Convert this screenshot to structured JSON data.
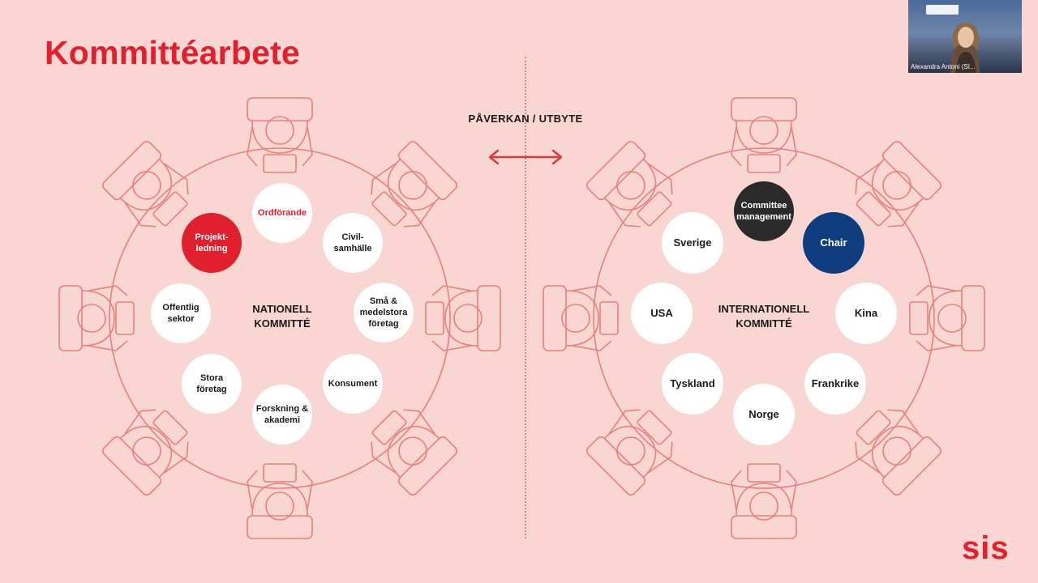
{
  "slide": {
    "title": "Kommittéarbete",
    "exchange_label": "PÅVERKAN / UTBYTE"
  },
  "national": {
    "center_label": "NATIONELL\nKOMMITTÉ",
    "roles": [
      {
        "label": "Ordförande",
        "style": "highlight-text"
      },
      {
        "label": "Civil-\nsamhälle",
        "style": "default"
      },
      {
        "label": "Små &\nmedelstora\nföretag",
        "style": "default"
      },
      {
        "label": "Konsument",
        "style": "default"
      },
      {
        "label": "Forskning &\nakademi",
        "style": "default"
      },
      {
        "label": "Stora\nföretag",
        "style": "default"
      },
      {
        "label": "Offentlig\nsektor",
        "style": "default"
      },
      {
        "label": "Projekt-\nledning",
        "style": "filled-red"
      }
    ]
  },
  "international": {
    "center_label": "INTERNATIONELL\nKOMMITTÉ",
    "roles": [
      {
        "label": "Committee\nmanagement",
        "style": "filled-dark"
      },
      {
        "label": "Chair",
        "style": "filled-blue"
      },
      {
        "label": "Kina",
        "style": "default"
      },
      {
        "label": "Frankrike",
        "style": "default"
      },
      {
        "label": "Norge",
        "style": "default"
      },
      {
        "label": "Tyskland",
        "style": "default"
      },
      {
        "label": "USA",
        "style": "default"
      },
      {
        "label": "Sverige",
        "style": "default"
      }
    ]
  },
  "webcam": {
    "participant_name": "Alexandra Antoni (SI..."
  },
  "brand": {
    "logo_text": "sis"
  },
  "colors": {
    "background": "#f9d6d1",
    "accent_red": "#e0202c",
    "line": "#e6807c",
    "dark": "#2a2a2a",
    "blue": "#0d3d7e"
  }
}
